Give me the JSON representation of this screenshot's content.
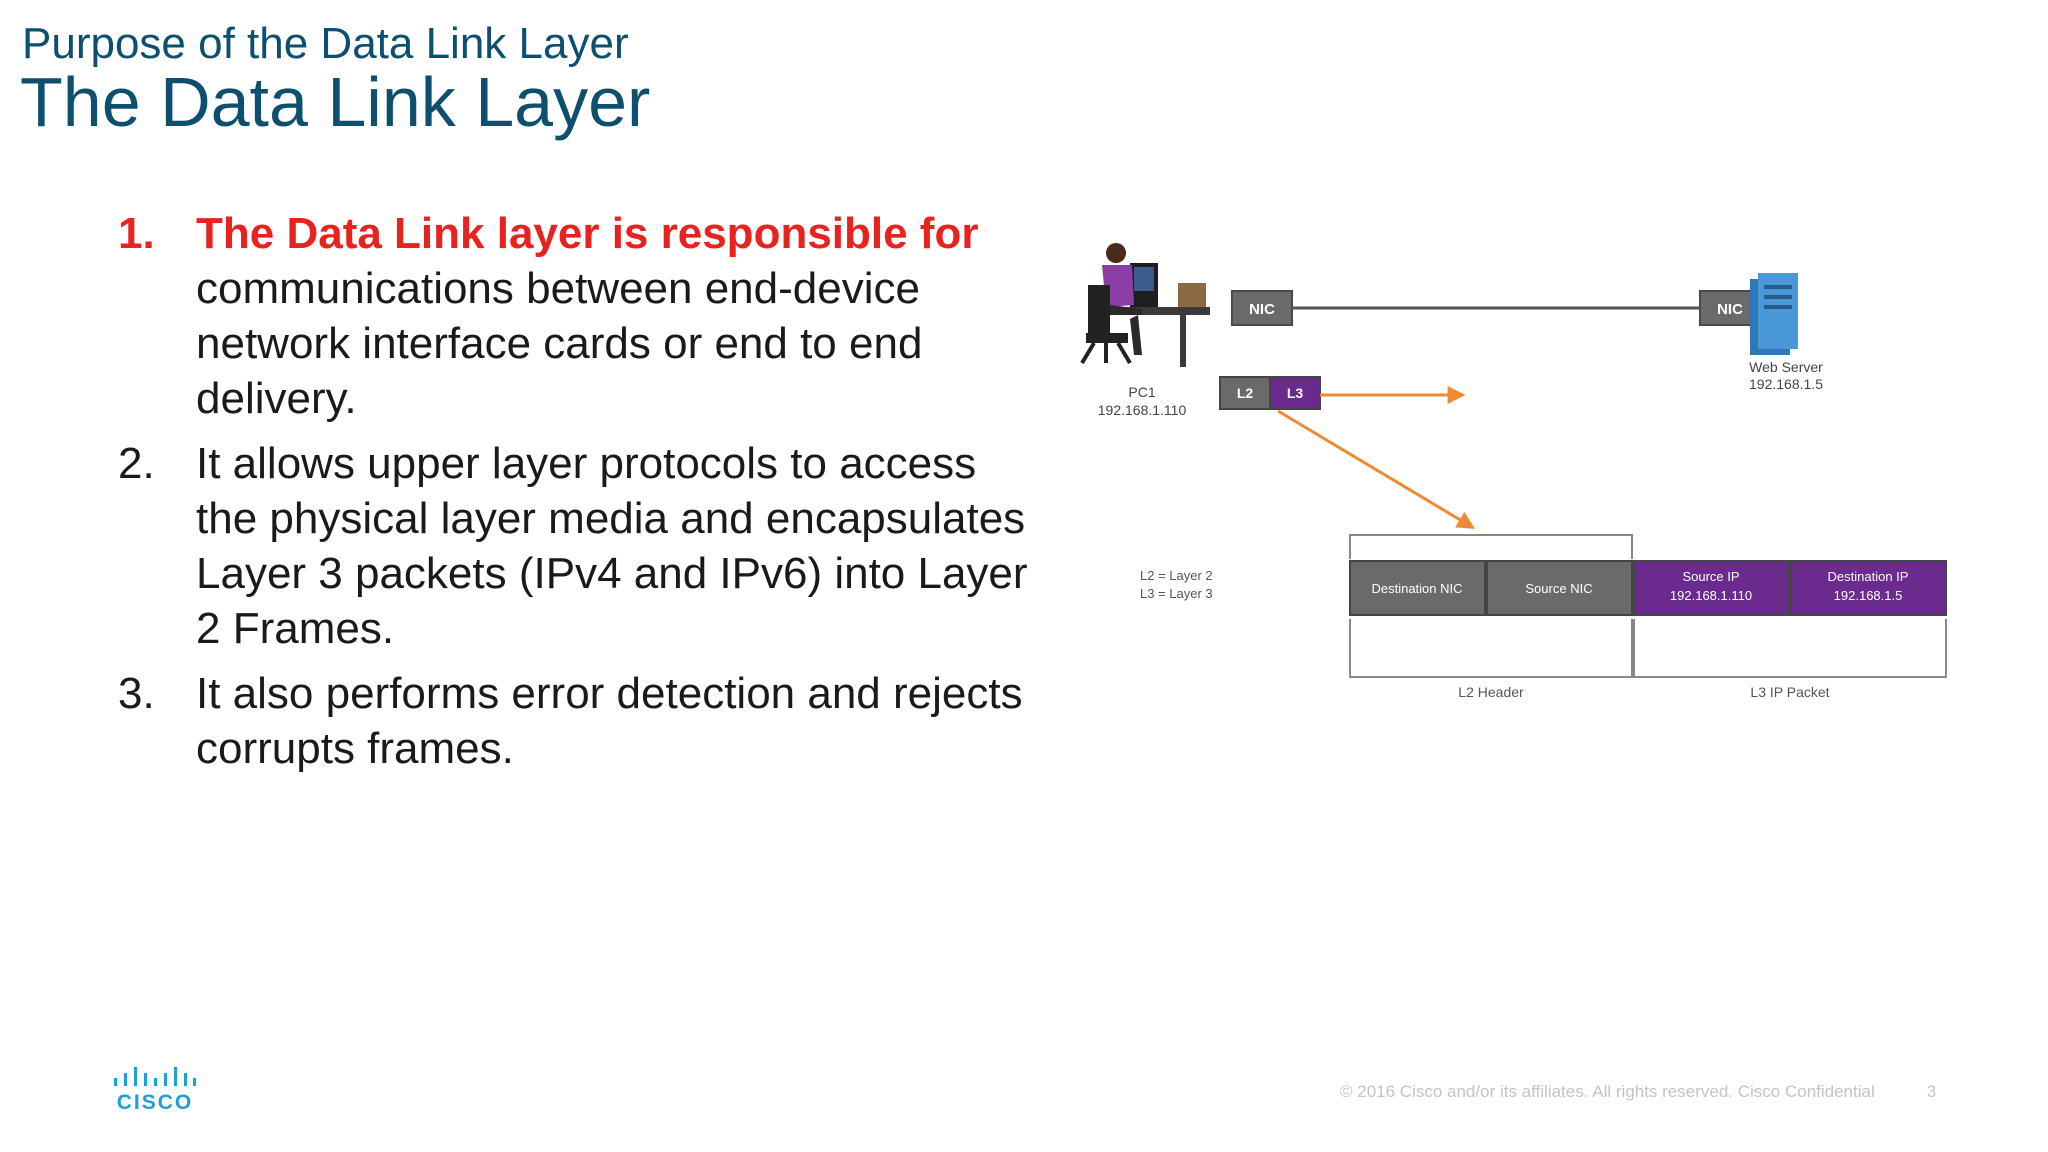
{
  "header": {
    "subtitle": "Purpose of the Data Link Layer",
    "title": "The Data Link Layer"
  },
  "bullets": [
    {
      "number": "1.",
      "highlight": "The Data Link layer is responsible for",
      "text": " communications between end-device network interface cards or end to end delivery."
    },
    {
      "number": "2.",
      "text": "It allows upper layer protocols to access the physical layer media and encapsulates Layer 3 packets (IPv4 and IPv6) into Layer 2 Frames."
    },
    {
      "number": "3.",
      "text": "It also performs error detection and rejects corrupts frames."
    }
  ],
  "diagram": {
    "pc_nic": "NIC",
    "server_nic": "NIC",
    "pc_name": "PC1",
    "pc_ip": "192.168.1.110",
    "server_name": "Web Server",
    "server_ip": "192.168.1.5",
    "pkt_l2": "L2",
    "pkt_l3": "L3",
    "legend_l2": "L2 = Layer 2",
    "legend_l3": "L3 = Layer 3",
    "frame": {
      "dest_nic": "Destination NIC",
      "src_nic": "Source NIC",
      "src_ip_label": "Source IP",
      "src_ip_value": "192.168.1.110",
      "dst_ip_label": "Destination IP",
      "dst_ip_value": "192.168.1.5",
      "l2_header": "L2 Header",
      "l3_packet": "L3 IP Packet"
    },
    "colors": {
      "nic_gray": "#6a6a6a",
      "purple": "#6b2a8e",
      "arrow_orange": "#ee8a33"
    }
  },
  "footer": {
    "logo_word": "CISCO",
    "copyright": "© 2016  Cisco and/or its affiliates. All rights reserved.   Cisco Confidential",
    "page": "3"
  }
}
